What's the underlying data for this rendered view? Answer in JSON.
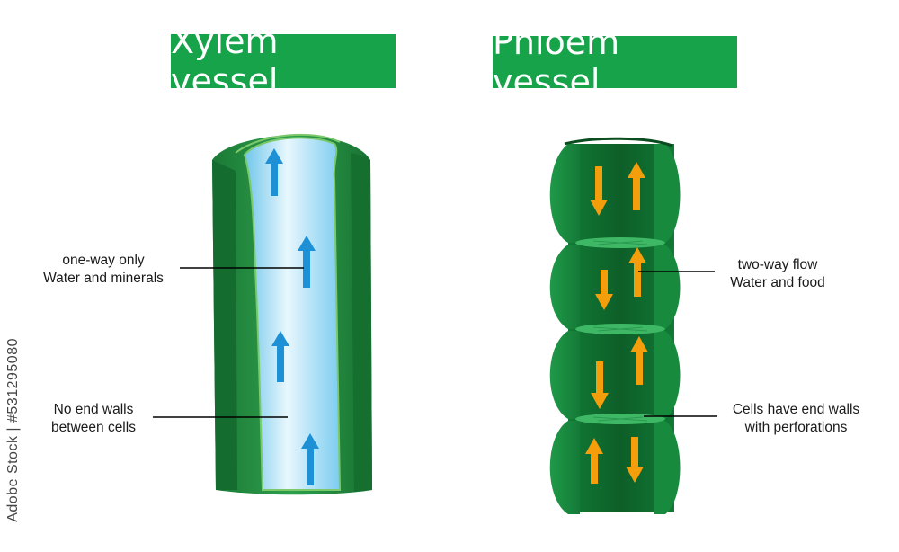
{
  "xylem": {
    "title": "Xylem vessel",
    "label_flow_line1": "one-way only",
    "label_flow_line2": "Water and minerals",
    "label_walls_line1": "No end walls",
    "label_walls_line2": "between cells"
  },
  "phloem": {
    "title": "Phloem vessel",
    "label_flow_line1": "two-way flow",
    "label_flow_line2": "Water and food",
    "label_walls_line1": "Cells have end walls",
    "label_walls_line2": "with perforations"
  },
  "watermark": "Adobe Stock | #531295080",
  "colors": {
    "title_bg": "#16a34a",
    "vessel_dark": "#0f6b2e",
    "vessel_mid": "#1a8a3d",
    "vessel_light": "#2fae55",
    "lumen_blue": "#bfe6f7",
    "arrow_blue": "#1e90d6",
    "arrow_orange": "#f59e0b"
  }
}
